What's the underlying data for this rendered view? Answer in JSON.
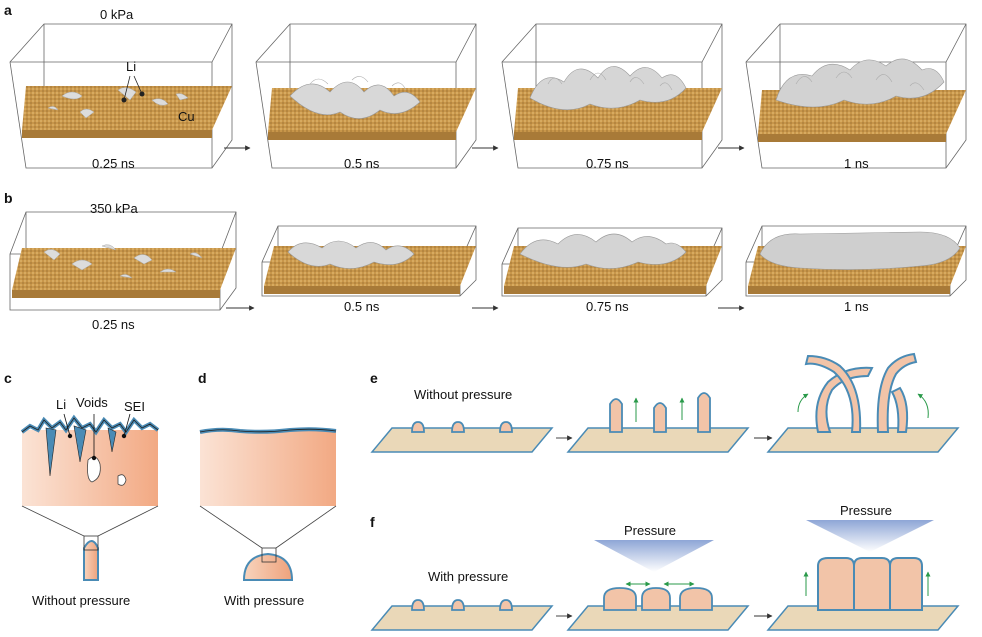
{
  "panels": {
    "a": "a",
    "b": "b",
    "c": "c",
    "d": "d",
    "e": "e",
    "f": "f"
  },
  "panel_a": {
    "pressure": "0 kPa",
    "li_label": "Li",
    "cu_label": "Cu",
    "times": [
      "0.25 ns",
      "0.5 ns",
      "0.75 ns",
      "1 ns"
    ]
  },
  "panel_b": {
    "pressure": "350 kPa",
    "times": [
      "0.25 ns",
      "0.5 ns",
      "0.75 ns",
      "1 ns"
    ]
  },
  "panel_c": {
    "li": "Li",
    "voids": "Voids",
    "sei": "SEI",
    "caption": "Without pressure"
  },
  "panel_d": {
    "caption": "With pressure"
  },
  "panel_e": {
    "caption": "Without pressure"
  },
  "panel_f": {
    "caption": "With pressure",
    "pressure_1": "Pressure",
    "pressure_2": "Pressure"
  },
  "colors": {
    "substrate": "#c8964a",
    "lithium": "#f2c4a8",
    "sei": "#4a8bb5",
    "plate": "#ead8b8",
    "arrow": "#2a9a4a"
  }
}
